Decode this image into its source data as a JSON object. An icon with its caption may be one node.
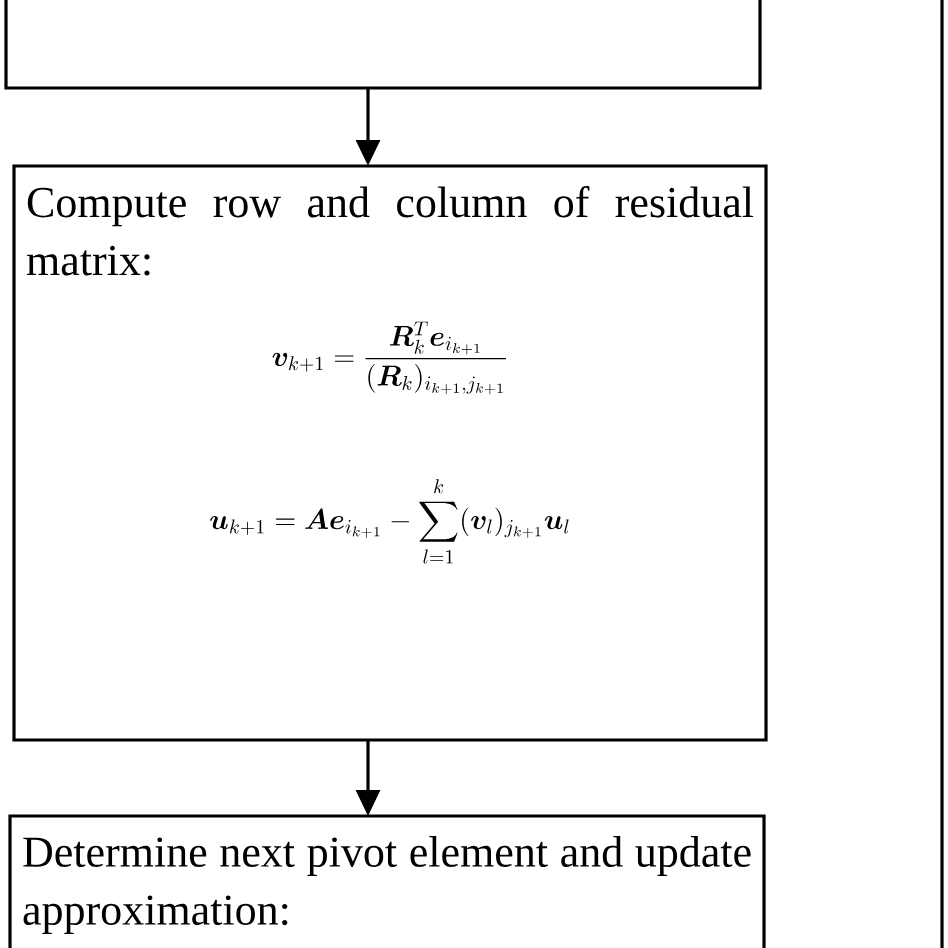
{
  "diagram": {
    "nodes": [
      {
        "text": [],
        "shape": "box"
      },
      {
        "text": [
          "Compute row and column of residual matrix:",
          "\\bm{v}_{k+1}=\\frac{\\bm{R}_k^{T}\\bm{e}_{i_{k+1}}}{(\\bm{R}_k)_{i_{k+1},j_{k+1}}}",
          "\\bm{u}_{k+1}=\\bm{A}\\bm{e}_{i_{k+1}}-\\sum_{l=1}^{k}(\\bm{v}_l)_{j_{k+1}}\\bm{u}_l"
        ]
      },
      {
        "text": [
          "Determine next pivot element and update approximation:"
        ]
      }
    ],
    "edges": [
      {
        "from": 0,
        "to": 1,
        "arrow": "to"
      },
      {
        "from": 1,
        "to": 2,
        "arrow": "to"
      }
    ]
  }
}
